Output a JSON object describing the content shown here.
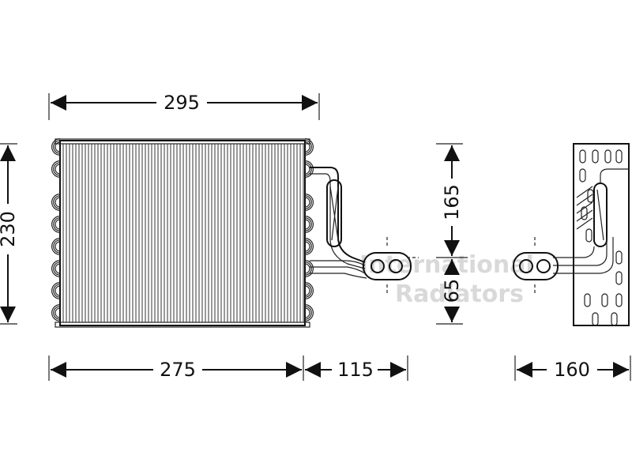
{
  "dimensions": {
    "width_top": "295",
    "height_left": "230",
    "core_width": "275",
    "pipe_offset": "115",
    "upper_height": "165",
    "lower_height": "65",
    "depth": "160"
  },
  "watermark": {
    "line1": "International",
    "line2": "Radiators"
  },
  "colors": {
    "line": "#111111",
    "watermark": "#d9d9d9"
  }
}
